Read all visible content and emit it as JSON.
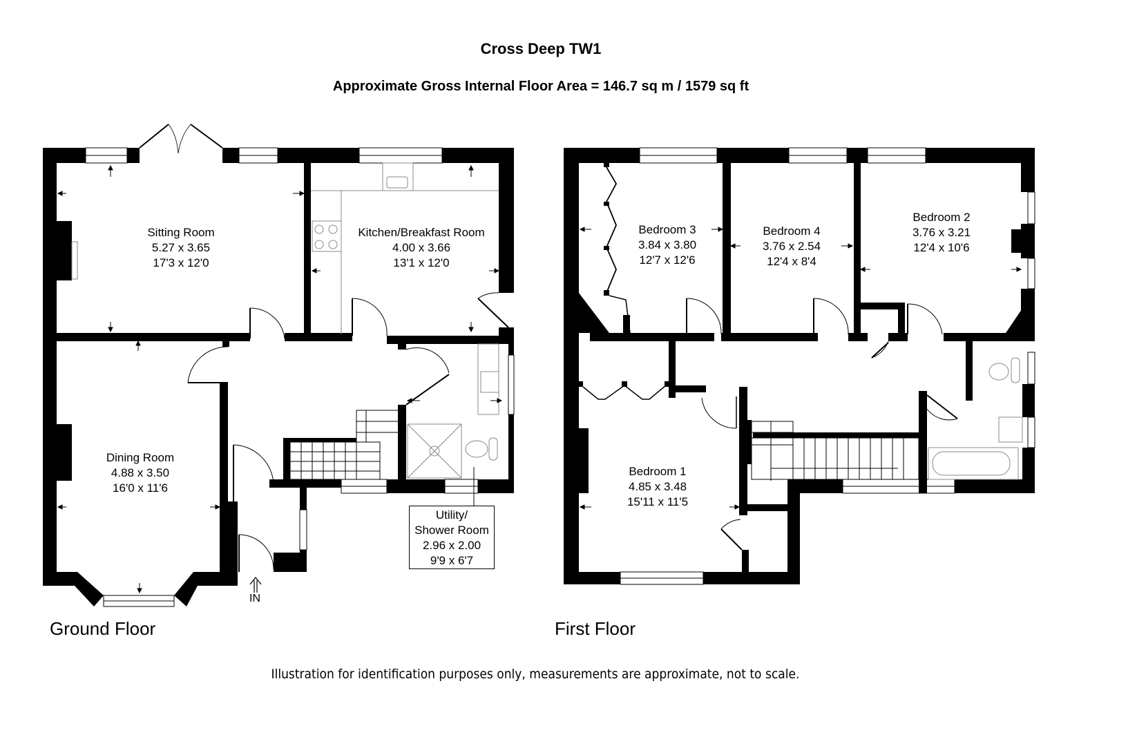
{
  "header": {
    "title": "Cross Deep TW1",
    "area": "Approximate Gross Internal Floor Area  = 146.7 sq m  / 1579 sq ft"
  },
  "ground_floor": {
    "label": "Ground Floor",
    "entrance_label": "IN",
    "rooms": [
      {
        "name": "Sitting Room",
        "metric": "5.27 x 3.65",
        "imperial": "17'3 x 12'0"
      },
      {
        "name": "Kitchen/Breakfast Room",
        "metric": "4.00 x 3.66",
        "imperial": "13'1 x 12'0"
      },
      {
        "name": "Dining Room",
        "metric": "4.88 x 3.50",
        "imperial": "16'0 x 11'6"
      },
      {
        "name_line1": "Utility/",
        "name_line2": "Shower Room",
        "metric": "2.96 x 2.00",
        "imperial": "9'9 x 6'7"
      }
    ]
  },
  "first_floor": {
    "label": "First Floor",
    "rooms": [
      {
        "name": "Bedroom 3",
        "metric": "3.84 x 3.80",
        "imperial": "12'7 x 12'6"
      },
      {
        "name": "Bedroom 4",
        "metric": "3.76 x 2.54",
        "imperial": "12'4 x 8'4"
      },
      {
        "name": "Bedroom 2",
        "metric": "3.76 x 3.21",
        "imperial": "12'4 x 10'6"
      },
      {
        "name": "Bedroom 1",
        "metric": "4.85 x 3.48",
        "imperial": "15'11 x 11'5"
      }
    ]
  },
  "footer": {
    "disclaimer": "Illustration for identification purposes only, measurements are approximate, not to scale."
  },
  "colors": {
    "wall": "#000000",
    "background": "#ffffff",
    "fixture_line": "#888888"
  }
}
